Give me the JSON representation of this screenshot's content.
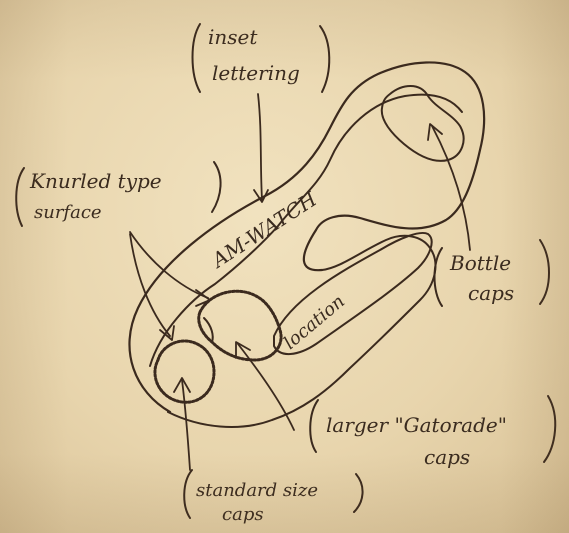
{
  "labels": {
    "inset_line1": "inset",
    "inset_line2": "lettering",
    "knurled_line1": "Knurled type",
    "knurled_line2": "surface",
    "bottle_line1": "Bottle",
    "bottle_line2": "caps",
    "gatorade_line1": "larger \"Gatorade\"",
    "gatorade_line2": "caps",
    "standard_line1": "standard size",
    "standard_line2": "caps",
    "brand_text": "AM-WATCH",
    "location_text": "location"
  }
}
